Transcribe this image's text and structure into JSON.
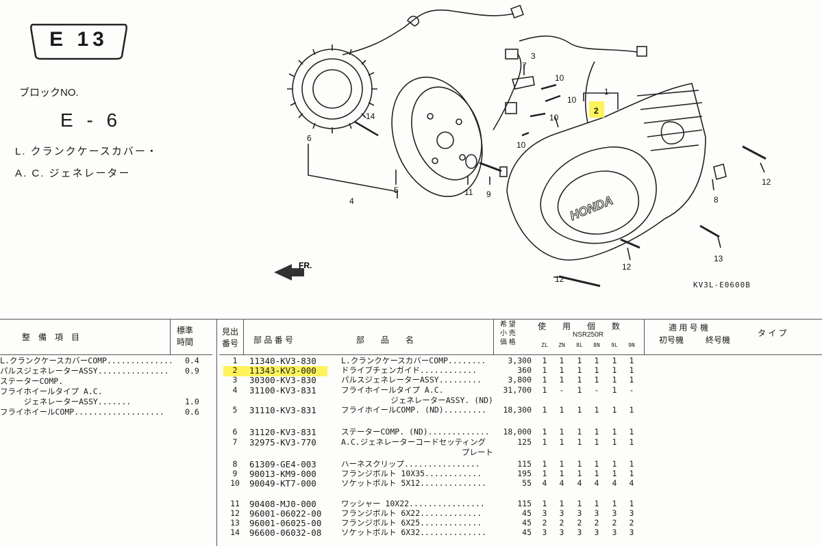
{
  "header": {
    "section": "E 13",
    "block_label": "ブロックNO.",
    "block_code": "E - 6",
    "title_line1": "L. クランクケースカバー・",
    "title_line2": "A. C. ジェネレーター"
  },
  "diagram": {
    "code": "KV3L-E0600B",
    "direction_label": "FR.",
    "brand": "HONDA",
    "callouts": [
      "1",
      "2",
      "3",
      "4",
      "5",
      "6",
      "7",
      "8",
      "9",
      "10",
      "10",
      "10",
      "10",
      "11",
      "12",
      "12",
      "12",
      "13",
      "14"
    ]
  },
  "table_left": {
    "headers": {
      "item": "整　備　項　目",
      "std_time": "標準\n時間"
    },
    "rows": [
      {
        "item": "L.クランクケースカバーCOMP..............",
        "time": "0.4"
      },
      {
        "item": "パルスジェネレーターASSY...............",
        "time": "0.9"
      },
      {
        "item": "ステーターCOMP.",
        "time": ""
      },
      {
        "item": "フライホイールタイプ A.C.",
        "time": ""
      },
      {
        "item": "     ジェネレーターASSY.......",
        "time": "1.0"
      },
      {
        "item": "フライホイールCOMP...................",
        "time": "0.6"
      }
    ]
  },
  "table_right": {
    "headers": {
      "ref": "見出\n番号",
      "part_no": "部 品 番 号",
      "part_name": "部　　品　　名",
      "price": "希 望\n小 売\n価 格",
      "qty_use": "使　　用　　個　　数",
      "model": "NSR250R",
      "variants": [
        "ZL",
        "ZN",
        "8L",
        "8N",
        "9L",
        "9N"
      ],
      "applicable": "適 用 号 機",
      "first": "初号機",
      "last": "終号機",
      "type": "タ イ プ"
    },
    "rows": [
      {
        "ref": "1",
        "part_no": "11340-KV3-830",
        "name": "L.クランクケースカバーCOMP........",
        "price": "3,300",
        "qty": [
          "1",
          "1",
          "1",
          "1",
          "1",
          "1"
        ]
      },
      {
        "ref": "2",
        "part_no": "11343-KV3-000",
        "name": "ドライブチェンガイド............",
        "price": "360",
        "qty": [
          "1",
          "1",
          "1",
          "1",
          "1",
          "1"
        ],
        "highlight": true
      },
      {
        "ref": "3",
        "part_no": "30300-KV3-830",
        "name": "パルスジェネレーターASSY.........",
        "price": "3,800",
        "qty": [
          "1",
          "1",
          "1",
          "1",
          "1",
          "1"
        ]
      },
      {
        "ref": "4",
        "part_no": "31100-KV3-831",
        "name": "フライホイールタイプ A.C.",
        "name2": "ジェネレーターASSY. (ND)",
        "price": "31,700",
        "qty": [
          "1",
          "-",
          "1",
          "-",
          "1",
          "-"
        ]
      },
      {
        "ref": "5",
        "part_no": "31110-KV3-831",
        "name": "フライホイールCOMP. (ND).........",
        "price": "18,300",
        "qty": [
          "1",
          "1",
          "1",
          "1",
          "1",
          "1"
        ]
      },
      {
        "ref": "6",
        "part_no": "31120-KV3-831",
        "name": "ステーターCOMP. (ND).............",
        "price": "18,000",
        "qty": [
          "1",
          "1",
          "1",
          "1",
          "1",
          "1"
        ]
      },
      {
        "ref": "7",
        "part_no": "32975-KV3-770",
        "name": "A.C.ジェネレーターコードセッティング",
        "name2": "プレート",
        "price": "125",
        "qty": [
          "1",
          "1",
          "1",
          "1",
          "1",
          "1"
        ]
      },
      {
        "ref": "8",
        "part_no": "61309-GE4-003",
        "name": "ハーネスクリップ................",
        "price": "115",
        "qty": [
          "1",
          "1",
          "1",
          "1",
          "1",
          "1"
        ]
      },
      {
        "ref": "9",
        "part_no": "90013-KM9-000",
        "name": "フランジボルト 10X35............",
        "price": "195",
        "qty": [
          "1",
          "1",
          "1",
          "1",
          "1",
          "1"
        ]
      },
      {
        "ref": "10",
        "part_no": "90049-KT7-000",
        "name": "ソケットボルト 5X12..............",
        "price": "55",
        "qty": [
          "4",
          "4",
          "4",
          "4",
          "4",
          "4"
        ]
      },
      {
        "ref": "11",
        "part_no": "90408-MJ0-000",
        "name": "ワッシャー 10X22................",
        "price": "115",
        "qty": [
          "1",
          "1",
          "1",
          "1",
          "1",
          "1"
        ]
      },
      {
        "ref": "12",
        "part_no": "96001-06022-00",
        "name": "フランジボルト 6X22.............",
        "price": "45",
        "qty": [
          "3",
          "3",
          "3",
          "3",
          "3",
          "3"
        ]
      },
      {
        "ref": "13",
        "part_no": "96001-06025-00",
        "name": "フランジボルト 6X25.............",
        "price": "45",
        "qty": [
          "2",
          "2",
          "2",
          "2",
          "2",
          "2"
        ]
      },
      {
        "ref": "14",
        "part_no": "96600-06032-08",
        "name": "ソケットボルト 6X32..............",
        "price": "45",
        "qty": [
          "3",
          "3",
          "3",
          "3",
          "3",
          "3"
        ]
      }
    ]
  },
  "colors": {
    "highlight": "#fff35a",
    "ink": "#1a1a1a"
  }
}
